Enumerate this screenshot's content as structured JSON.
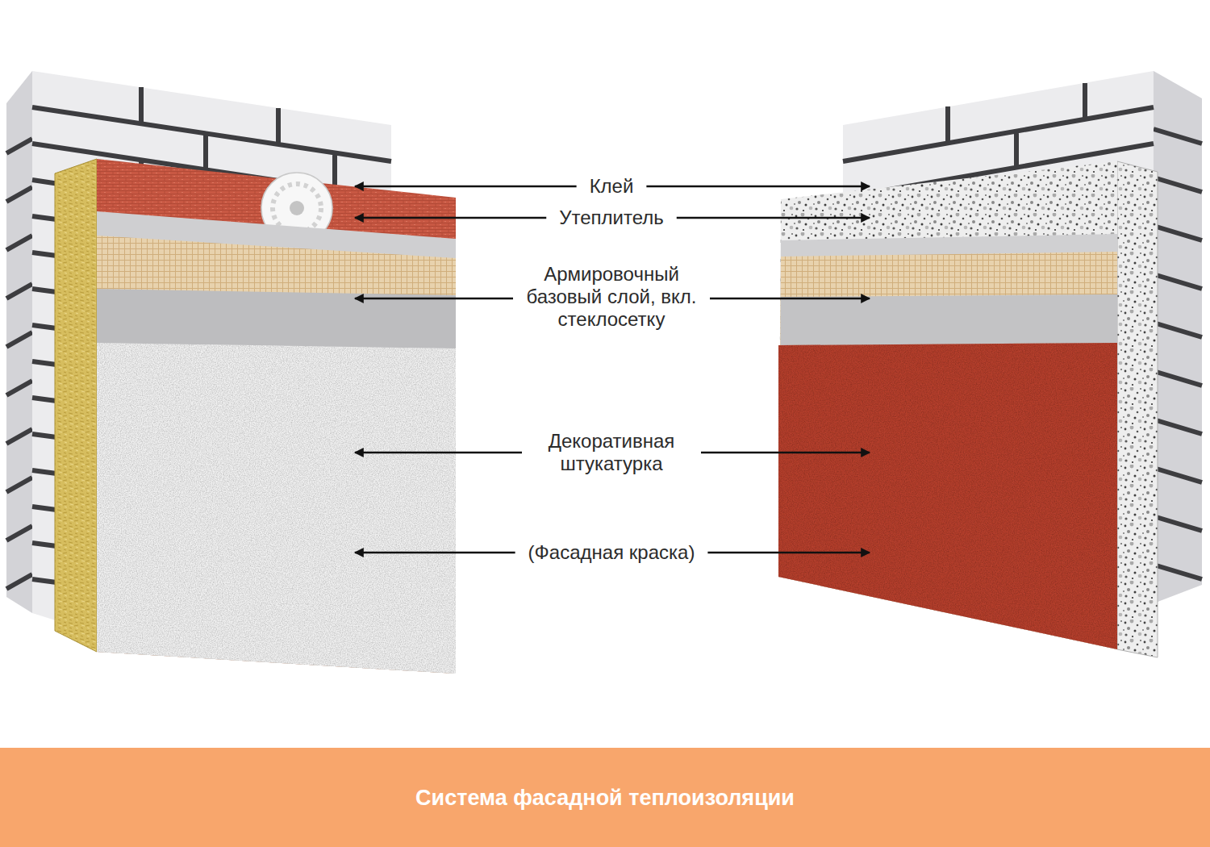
{
  "diagram": {
    "caption": "Система фасадной теплоизоляции",
    "labels": [
      "Клей",
      "Утеплитель",
      "Армировочный базовый слой, вкл. стеклосетку",
      "Декоративная штукатурка",
      "(Фасадная краска)"
    ]
  }
}
